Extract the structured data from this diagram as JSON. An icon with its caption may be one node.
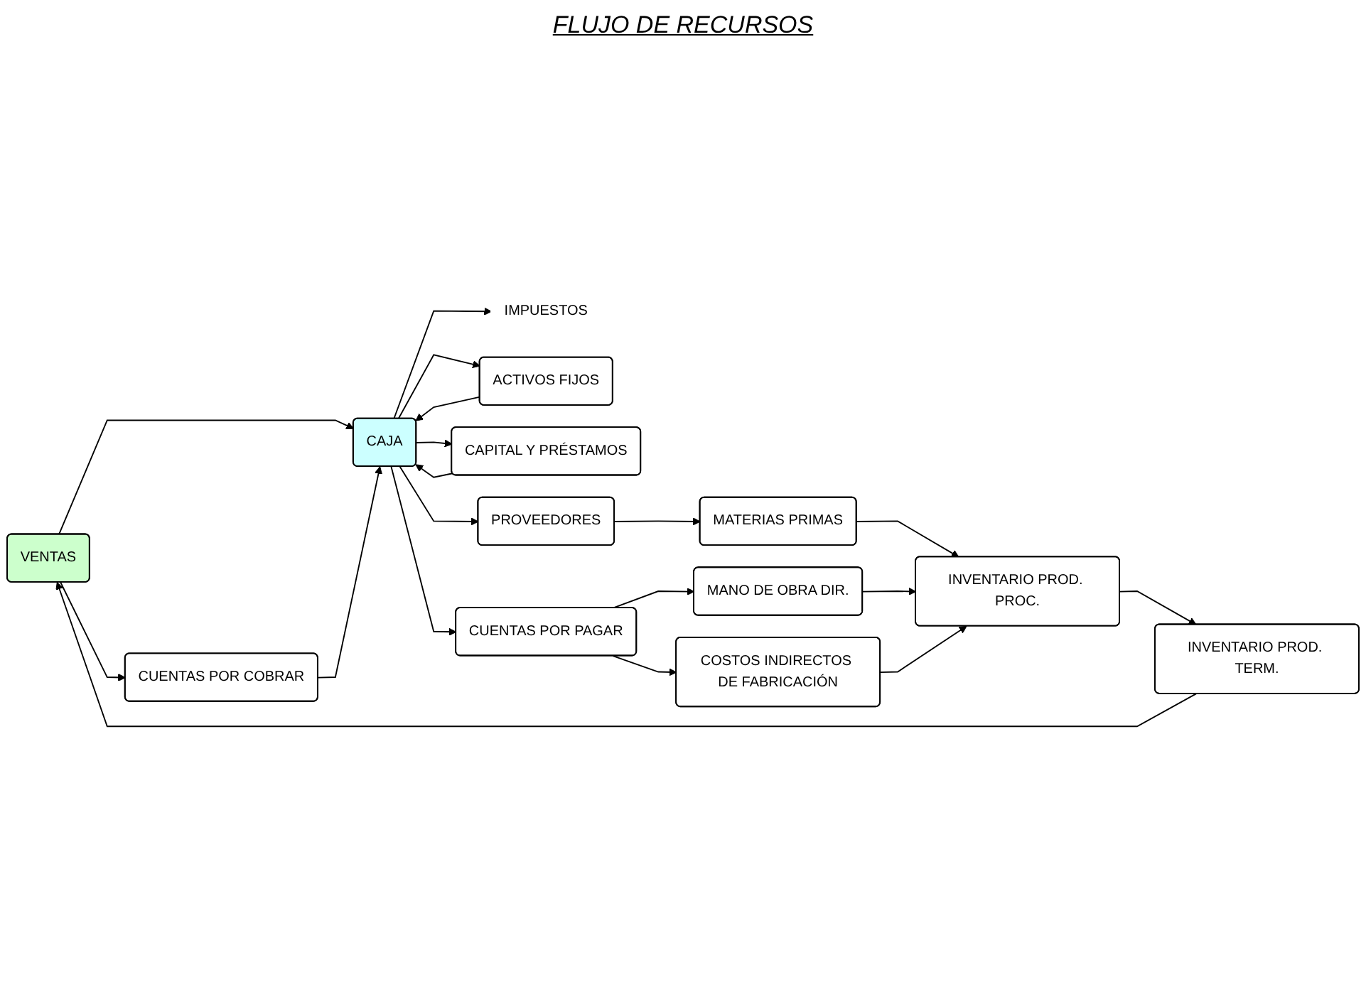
{
  "diagram": {
    "title": "FLUJO DE RECURSOS",
    "nodes": [
      {
        "text": [
          "VENTAS"
        ]
      },
      {
        "text": [
          "CAJA"
        ]
      },
      {
        "text": [
          "IMPUESTOS"
        ]
      },
      {
        "text": [
          "ACTIVOS FIJOS"
        ]
      },
      {
        "text": [
          "CAPITAL Y PRÉSTAMOS"
        ]
      },
      {
        "text": [
          "CUENTAS POR COBRAR"
        ]
      },
      {
        "text": [
          "INVENTARIO PROD. TERM."
        ]
      },
      {
        "text": [
          "PROVEEDORES"
        ]
      },
      {
        "text": [
          "INVENTARIO PROD. PROC."
        ]
      },
      {
        "text": [
          "MATERIAS PRIMAS"
        ]
      },
      {
        "text": [
          "MANO DE OBRA DIR."
        ]
      },
      {
        "text": [
          "CUENTAS POR PAGAR"
        ]
      },
      {
        "text": [
          "COSTOS INDIRECTOS DE FABRICACIÓN"
        ]
      }
    ],
    "edges": [
      {
        "from": 0,
        "to": 1,
        "arrow": "to"
      },
      {
        "from": 0,
        "to": 5,
        "arrow": "to"
      },
      {
        "from": 5,
        "to": 1,
        "arrow": "to"
      },
      {
        "from": 1,
        "to": 2,
        "arrow": "to"
      },
      {
        "from": 1,
        "to": 3,
        "arrow": "to"
      },
      {
        "from": 3,
        "to": 1,
        "arrow": "to"
      },
      {
        "from": 1,
        "to": 4,
        "arrow": "to"
      },
      {
        "from": 4,
        "to": 1,
        "arrow": "to"
      },
      {
        "from": 1,
        "to": 7,
        "arrow": "to"
      },
      {
        "from": 1,
        "to": 11,
        "arrow": "to"
      },
      {
        "from": 7,
        "to": 9,
        "arrow": "to"
      },
      {
        "from": 9,
        "to": 8,
        "arrow": "to"
      },
      {
        "from": 8,
        "to": 6,
        "arrow": "to"
      },
      {
        "from": 6,
        "to": 0,
        "arrow": "to"
      },
      {
        "from": 11,
        "to": 10,
        "arrow": "to"
      },
      {
        "from": 10,
        "to": 8,
        "arrow": "to"
      },
      {
        "from": 11,
        "to": 12,
        "arrow": "to"
      },
      {
        "from": 12,
        "to": 8,
        "arrow": "to"
      }
    ]
  }
}
